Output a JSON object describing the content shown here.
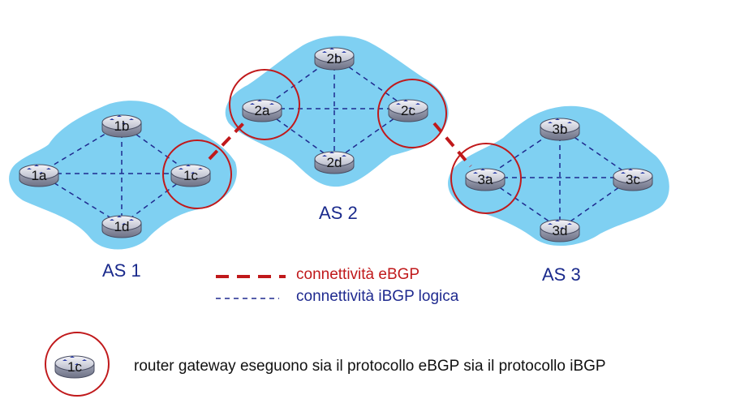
{
  "colors": {
    "cloud": "#7fd0f2",
    "ebgp": "#c0191b",
    "ibgp": "#1f2a8f",
    "gateway_circle": "#c0191b",
    "as_label": "#1a2a8c",
    "legend_text": "#111111"
  },
  "as_labels": {
    "as1": "AS 1",
    "as2": "AS 2",
    "as3": "AS 3"
  },
  "routers": {
    "1a": "1a",
    "1b": "1b",
    "1c": "1c",
    "1d": "1d",
    "2a": "2a",
    "2b": "2b",
    "2c": "2c",
    "2d": "2d",
    "3a": "3a",
    "3b": "3b",
    "3c": "3c",
    "3d": "3d"
  },
  "legend": {
    "ebgp": "connettività eBGP",
    "ibgp": "connettività iBGP logica",
    "gateway_router_label": "1c",
    "gateway_text": "router gateway eseguono sia il protocollo eBGP sia il protocollo iBGP"
  },
  "icons": {
    "router": "router-icon"
  }
}
